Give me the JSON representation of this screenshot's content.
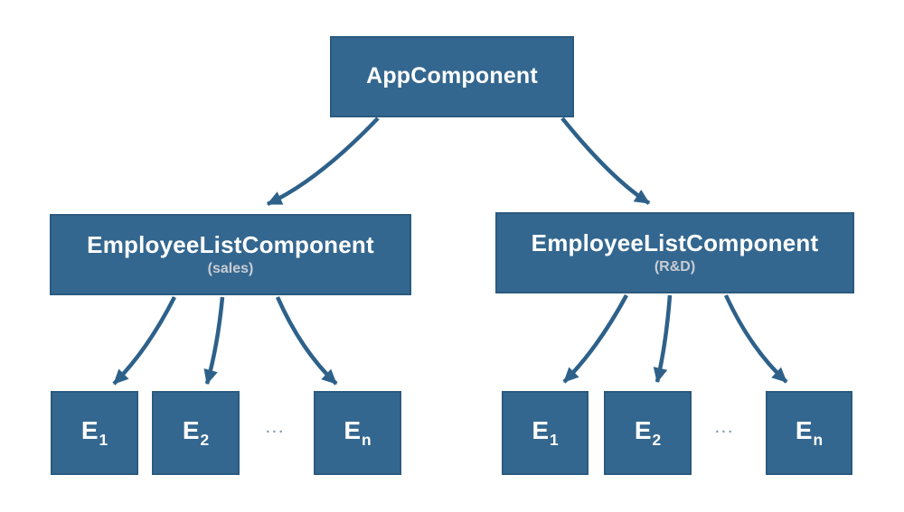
{
  "diagram": {
    "background": "#ffffff",
    "colors": {
      "box_fill": "#34678f",
      "box_border": "#2b5a7f",
      "arrow_color": "#2d618a",
      "title_text": "#ffffff",
      "subtitle_text": "#c8cdd4",
      "ellipsis_text": "#7e99b2"
    },
    "root": {
      "title": "AppComponent"
    },
    "groups": [
      {
        "title": "EmployeeListComponent",
        "subtitle": "(sales)",
        "ellipsis": "...",
        "children": [
          {
            "base": "E",
            "sub": "1"
          },
          {
            "base": "E",
            "sub": "2"
          },
          {
            "base": "E",
            "sub": "n"
          }
        ]
      },
      {
        "title": "EmployeeListComponent",
        "subtitle": "(R&D)",
        "ellipsis": "...",
        "children": [
          {
            "base": "E",
            "sub": "1"
          },
          {
            "base": "E",
            "sub": "2"
          },
          {
            "base": "E",
            "sub": "n"
          }
        ]
      }
    ]
  }
}
